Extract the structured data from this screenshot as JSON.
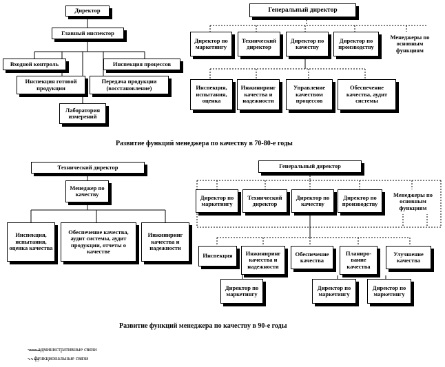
{
  "diagram1": {
    "director": "Директор",
    "chief_inspector": "Главный инспектор",
    "incoming_control": "Входной контроль",
    "process_inspection": "Инспекция процессов",
    "finished_inspection": "Инспекция готовой продукции",
    "product_transfer": "Передача продукции (восстановление)",
    "lab": "Лаборатория измерений",
    "general_director": "Генеральный директор",
    "dir_marketing": "Директор по маркетингу",
    "tech_director": "Технический директор",
    "dir_quality": "Директор по качеству",
    "dir_production": "Директор по производству",
    "managers_functions": "Менеджеры по основным функциям",
    "inspection_testing": "Инспекция, испытания, оценка",
    "engineering_quality": "Инжиниринг качества и надежности",
    "process_quality": "Управление качеством процессов",
    "quality_assurance": "Обеспечение качества, аудит системы",
    "caption": "Развитие функций менеджера по качеству в 70-80-е годы"
  },
  "diagram2": {
    "tech_director": "Технический директор",
    "quality_manager": "Менеджер по качеству",
    "inspection_testing": "Инспекция, испытания, оценка качества",
    "quality_assurance": "Обеспечение качества, аудит системы, аудит продукции, отчеты о качестве",
    "engineering": "Инжиниринг качества и надежности",
    "general_director": "Генеральный директор",
    "dir_marketing": "Директор по маркетингу",
    "tech_director_b": "Технический директор",
    "dir_quality": "Директор по качеству",
    "dir_production": "Директор по производству",
    "managers_functions": "Менеджеры по основным функциям",
    "inspection": "Инспекция",
    "engineering_b": "Инжиниринг качества и надежности",
    "quality_assurance_b": "Обеспечение качества",
    "planning": "Планиро-вание качества",
    "improvement": "Улучшение качества",
    "sub1": "Директор по маркетингу",
    "sub2": "Директор по маркетингу",
    "sub3": "Директор по маркетингу",
    "caption": "Развитие функций менеджера по качеству в 90-е годы"
  },
  "legend": {
    "admin": "----- административные связи",
    "func": "- - функциональные связи"
  }
}
